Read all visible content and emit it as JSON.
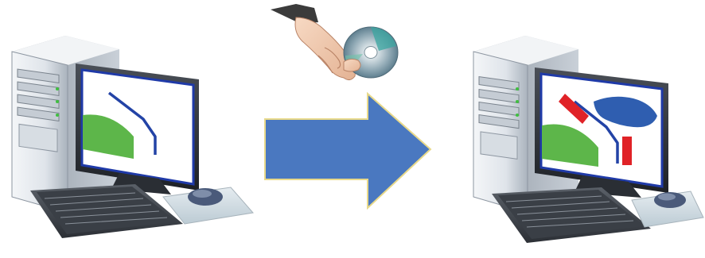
{
  "scene": {
    "colors": {
      "background": "#ffffff",
      "arrow_fill": "#4a78c0",
      "arrow_stroke": "#e8d98a",
      "screen_bg": "#ffffff",
      "screen_border": "#1f3aa8",
      "green_hill": "#5db64a",
      "blue_line": "#2343a6",
      "red_block": "#e02227",
      "blue_blob": "#2f5eb0",
      "tower_light": "#eef1f4",
      "tower_dark": "#9aa3ad",
      "keyboard": "#3d4248",
      "mouse": "#4a5a7a"
    },
    "left_computer": {
      "screen": {
        "hill": true,
        "line": true,
        "red_blocks": false,
        "blob": false
      }
    },
    "right_computer": {
      "screen": {
        "hill": true,
        "line": true,
        "red_blocks": true,
        "blob": true
      }
    },
    "disc_hand": {
      "icon": "hand-holding-disc"
    },
    "arrow": {
      "icon": "arrow-right",
      "direction": "right"
    }
  }
}
